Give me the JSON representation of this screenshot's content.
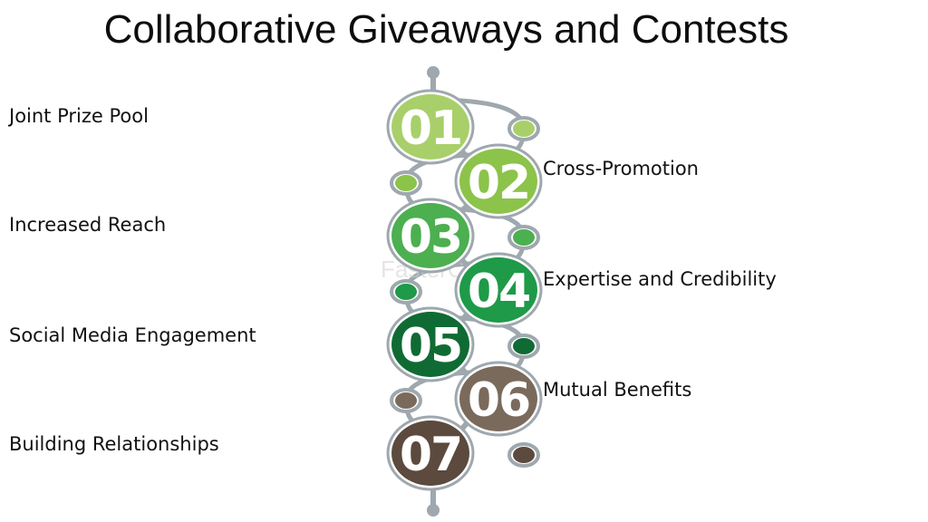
{
  "title": "Collaborative Giveaways and Contests",
  "watermark": "FasterCapital",
  "steps": [
    {
      "number": "01",
      "label": "Joint Prize Pool",
      "color": "#a8cf6a"
    },
    {
      "number": "02",
      "label": "Cross-Promotion",
      "color": "#8cc34a"
    },
    {
      "number": "03",
      "label": "Increased Reach",
      "color": "#4caf50"
    },
    {
      "number": "04",
      "label": "Expertise and Credibility",
      "color": "#1e9a48"
    },
    {
      "number": "05",
      "label": "Social Media Engagement",
      "color": "#0f6b33"
    },
    {
      "number": "06",
      "label": "Mutual Benefits",
      "color": "#7a6a5c"
    },
    {
      "number": "07",
      "label": "Building Relationships",
      "color": "#5b4a3d"
    }
  ],
  "connector_color": "#9ea8ae"
}
